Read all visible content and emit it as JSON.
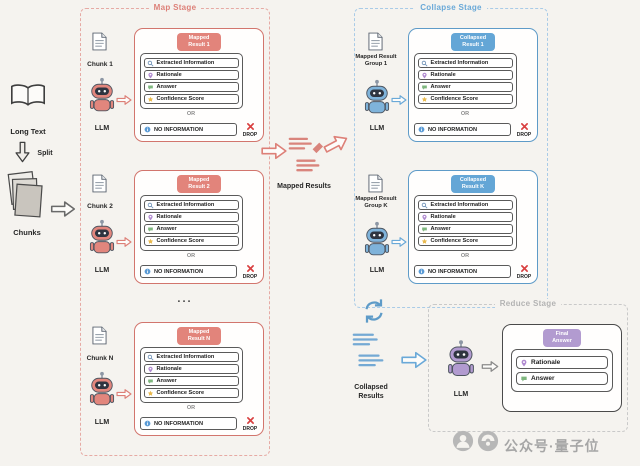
{
  "colors": {
    "map_accent": "#dd8078",
    "collapse_accent": "#6aa9d8",
    "reduce_accent": "#b29bd0",
    "drop_cross": "#d94040",
    "background": "#f5f3ef"
  },
  "pipeline": {
    "long_text_label": "Long Text",
    "split_label": "Split",
    "chunks_label": "Chunks",
    "llm_label": "LLM",
    "or_label": "OR",
    "no_information_label": "NO INFORMATION",
    "drop_label": "DROP",
    "ellipsis": "...",
    "result_rows": [
      "Extracted Information",
      "Rationale",
      "Answer",
      "Confidence Score"
    ]
  },
  "map_stage": {
    "title": "Map Stage",
    "blocks": [
      {
        "chunk_label": "Chunk 1",
        "result_title": "Mapped Result 1"
      },
      {
        "chunk_label": "Chunk 2",
        "result_title": "Mapped Result 2"
      },
      {
        "chunk_label": "Chunk N",
        "result_title": "Mapped Result N"
      }
    ],
    "output_label": "Mapped Results"
  },
  "collapse_stage": {
    "title": "Collapse Stage",
    "blocks": [
      {
        "group_label": "Mapped Result Group 1",
        "result_title": "Collapsed Result 1"
      },
      {
        "group_label": "Mapped Result Group K",
        "result_title": "Collapsed Result K"
      }
    ],
    "output_label": "Collapsed Results"
  },
  "reduce_stage": {
    "title": "Reduce Stage",
    "final_title": "Final Answer",
    "final_rows": [
      "Rationale",
      "Answer"
    ]
  },
  "watermark": {
    "text": "公众号·量子位"
  }
}
